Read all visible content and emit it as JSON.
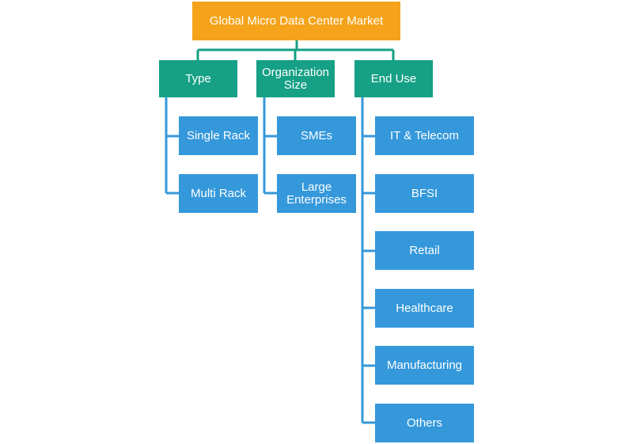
{
  "root": {
    "label": "Global Micro Data Center Market"
  },
  "categories": [
    {
      "label": "Type",
      "items": [
        "Single Rack",
        "Multi Rack"
      ]
    },
    {
      "label": "Organization\nSize",
      "items": [
        "SMEs",
        "Large\nEnterprises"
      ]
    },
    {
      "label": "End Use",
      "items": [
        "IT & Telecom",
        "BFSI",
        "Retail",
        "Healthcare",
        "Manufacturing",
        "Others"
      ]
    }
  ],
  "colors": {
    "root": "#f5a31a",
    "category": "#16a085",
    "leaf": "#3498db",
    "connector": "#16a085",
    "leaf_connector": "#3498db"
  }
}
